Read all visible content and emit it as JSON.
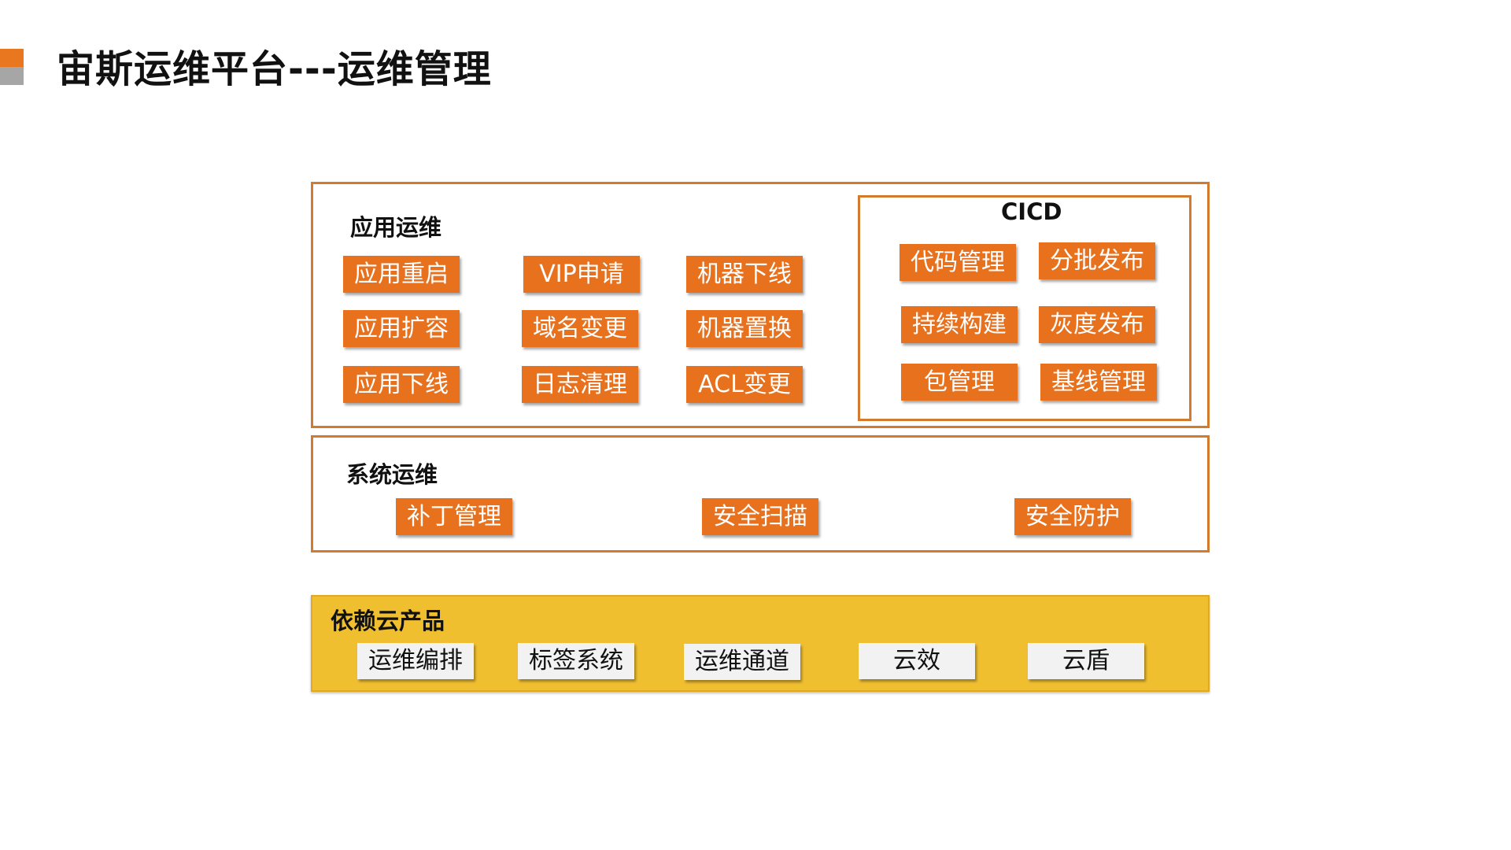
{
  "slide": {
    "title": "宙斯运维平台---运维管理"
  },
  "app_ops": {
    "title": "应用运维",
    "items": [
      "应用重启",
      "VIP申请",
      "机器下线",
      "应用扩容",
      "域名变更",
      "机器置换",
      "应用下线",
      "日志清理",
      "ACL变更"
    ]
  },
  "cicd": {
    "title": "CICD",
    "items": [
      "代码管理",
      "分批发布",
      "持续构建",
      "灰度发布",
      "包管理",
      "基线管理"
    ]
  },
  "sys_ops": {
    "title": "系统运维",
    "items": [
      "补丁管理",
      "安全扫描",
      "安全防护"
    ]
  },
  "cloud": {
    "title": "依赖云产品",
    "items": [
      "运维编排",
      "标签系统",
      "运维通道",
      "云效",
      "云盾"
    ]
  },
  "colors": {
    "accent": "#e8711e",
    "border": "#d27b2f",
    "cloud_bg": "#f0bf30",
    "gray": "#a6a6a6"
  }
}
